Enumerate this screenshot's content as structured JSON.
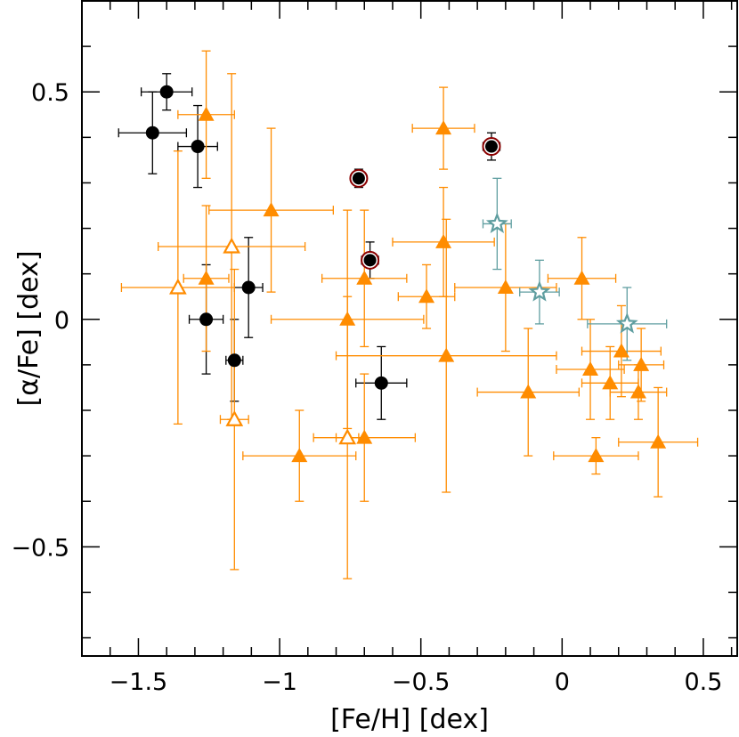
{
  "chart_data": {
    "type": "scatter",
    "xlabel": "[Fe/H] [dex]",
    "ylabel": "[α/Fe] [dex]",
    "xlim": [
      -1.7,
      0.62
    ],
    "ylim": [
      -0.74,
      0.7
    ],
    "xticks": [
      -1.5,
      -1,
      -0.5,
      0,
      0.5
    ],
    "xtick_labels": [
      "−1.5",
      "−1",
      "−0.5",
      "0",
      "0.5"
    ],
    "yticks": [
      -0.5,
      0,
      0.5
    ],
    "ytick_labels": [
      "−0.5",
      "0",
      "0.5"
    ],
    "grid": false,
    "colors": {
      "black": "#000000",
      "orange": "#ff8c00",
      "teal": "#5f9ea0",
      "ring": "#8b0000"
    },
    "series": [
      {
        "marker": "filled-circle",
        "color": "#000000",
        "points": [
          {
            "x": -1.45,
            "y": 0.41,
            "xerr": 0.12,
            "yerr": 0.09
          },
          {
            "x": -1.4,
            "y": 0.5,
            "xerr": 0.09,
            "yerr": 0.04
          },
          {
            "x": -1.29,
            "y": 0.38,
            "xerr": 0.07,
            "yerr": 0.09
          },
          {
            "x": -1.26,
            "y": 0.0,
            "xerr": 0.06,
            "yerr": 0.12
          },
          {
            "x": -1.11,
            "y": 0.07,
            "xerr": 0.05,
            "yerr": 0.11
          },
          {
            "x": -1.16,
            "y": -0.09,
            "xerr": 0.03,
            "yerr": 0.09
          },
          {
            "x": -0.64,
            "y": -0.14,
            "xerr": 0.09,
            "yerr": 0.08
          }
        ]
      },
      {
        "marker": "ringed-circle",
        "color": "#000000",
        "points": [
          {
            "x": -0.72,
            "y": 0.31,
            "xerr": 0.02,
            "yerr": 0.02
          },
          {
            "x": -0.68,
            "y": 0.13,
            "xerr": 0.03,
            "yerr": 0.04
          },
          {
            "x": -0.25,
            "y": 0.38,
            "xerr": 0.03,
            "yerr": 0.03
          }
        ]
      },
      {
        "marker": "filled-triangle",
        "color": "#ff8c00",
        "points": [
          {
            "x": -1.26,
            "y": 0.45,
            "xerr": 0.1,
            "yerr": 0.14
          },
          {
            "x": -1.26,
            "y": 0.09,
            "xerr": 0.08,
            "yerr": 0.16
          },
          {
            "x": -1.03,
            "y": 0.24,
            "xerr": 0.22,
            "yerr": 0.18
          },
          {
            "x": -0.93,
            "y": -0.3,
            "xerr": 0.2,
            "yerr": 0.1
          },
          {
            "x": -0.76,
            "y": 0.0,
            "xerr": 0.27,
            "yerr": 0.24
          },
          {
            "x": -0.7,
            "y": 0.09,
            "xerr": 0.15,
            "yerr": 0.15
          },
          {
            "x": -0.7,
            "y": -0.26,
            "xerr": 0.18,
            "yerr": 0.14
          },
          {
            "x": -0.48,
            "y": 0.05,
            "xerr": 0.1,
            "yerr": 0.07
          },
          {
            "x": -0.42,
            "y": 0.42,
            "xerr": 0.11,
            "yerr": 0.09
          },
          {
            "x": -0.42,
            "y": 0.17,
            "xerr": 0.18,
            "yerr": 0.12
          },
          {
            "x": -0.41,
            "y": -0.08,
            "xerr": 0.39,
            "yerr": 0.3
          },
          {
            "x": -0.2,
            "y": 0.07,
            "xerr": 0.18,
            "yerr": 0.14
          },
          {
            "x": -0.12,
            "y": -0.16,
            "xerr": 0.18,
            "yerr": 0.14
          },
          {
            "x": 0.07,
            "y": 0.09,
            "xerr": 0.12,
            "yerr": 0.09
          },
          {
            "x": 0.1,
            "y": -0.11,
            "xerr": 0.12,
            "yerr": 0.11
          },
          {
            "x": 0.12,
            "y": -0.3,
            "xerr": 0.15,
            "yerr": 0.04
          },
          {
            "x": 0.17,
            "y": -0.14,
            "xerr": 0.1,
            "yerr": 0.08
          },
          {
            "x": 0.21,
            "y": -0.07,
            "xerr": 0.14,
            "yerr": 0.1
          },
          {
            "x": 0.27,
            "y": -0.16,
            "xerr": 0.1,
            "yerr": 0.06
          },
          {
            "x": 0.28,
            "y": -0.1,
            "xerr": 0.08,
            "yerr": 0.08
          },
          {
            "x": 0.34,
            "y": -0.27,
            "xerr": 0.14,
            "yerr": 0.12
          }
        ]
      },
      {
        "marker": "open-triangle",
        "color": "#ff8c00",
        "points": [
          {
            "x": -1.36,
            "y": 0.07,
            "xerr": 0.2,
            "yerr": 0.3
          },
          {
            "x": -1.17,
            "y": 0.16,
            "xerr": 0.26,
            "yerr": 0.38
          },
          {
            "x": -1.16,
            "y": -0.22,
            "xerr": 0.05,
            "yerr": 0.33
          },
          {
            "x": -0.76,
            "y": -0.26,
            "xerr": 0.04,
            "yerr": 0.31
          }
        ]
      },
      {
        "marker": "open-star",
        "color": "#5f9ea0",
        "points": [
          {
            "x": -0.23,
            "y": 0.21,
            "xerr": 0.05,
            "yerr": 0.1
          },
          {
            "x": -0.08,
            "y": 0.06,
            "xerr": 0.07,
            "yerr": 0.07
          },
          {
            "x": 0.23,
            "y": -0.01,
            "xerr": 0.14,
            "yerr": 0.08
          }
        ]
      }
    ]
  }
}
